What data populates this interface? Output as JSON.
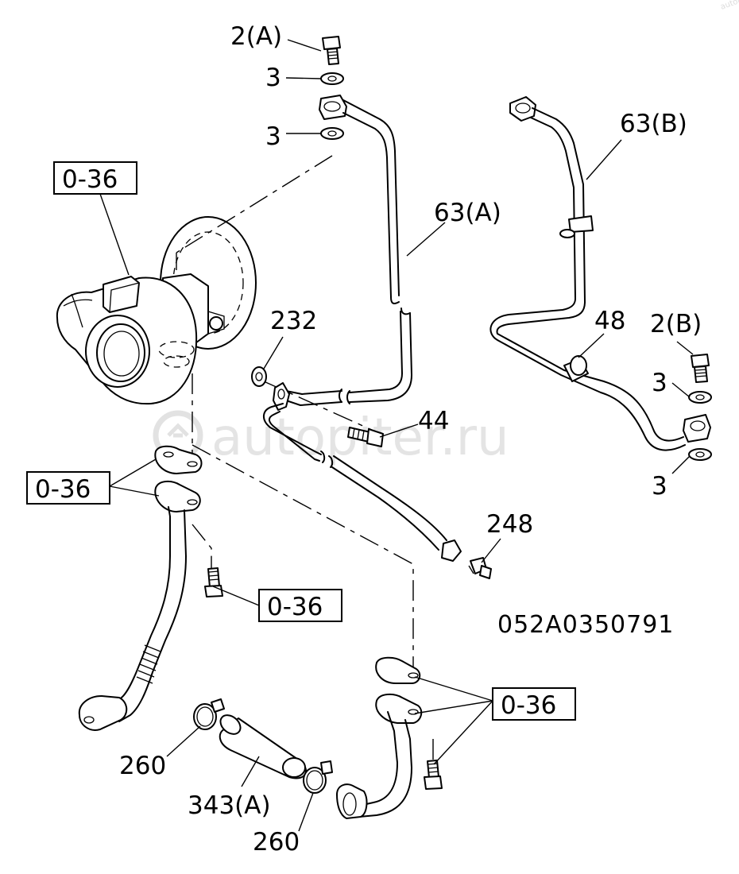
{
  "watermark": {
    "text": "autopiter.ru",
    "logo": "autopiter-logo-icon",
    "corner_mark": "autopiter.ru"
  },
  "document_number": "052A0350791",
  "callouts": {
    "bolt_2a": "2(A)",
    "washer_3_top": "3",
    "washer_3_second": "3",
    "pipe_63a": "63(A)",
    "pipe_63b": "63(B)",
    "part_232": "232",
    "part_44": "44",
    "part_248": "248",
    "part_48": "48",
    "bolt_2b": "2(B)",
    "washer_3_right_upper": "3",
    "washer_3_right_lower": "3",
    "clamp_260_left": "260",
    "hose_343a": "343(A)",
    "clamp_260_bottom": "260"
  },
  "reference_boxes": {
    "turbo_ref": "0-36",
    "gasket_ref_left": "0-36",
    "bolt_ref_mid": "0-36",
    "gasket_ref_right": "0-36"
  }
}
